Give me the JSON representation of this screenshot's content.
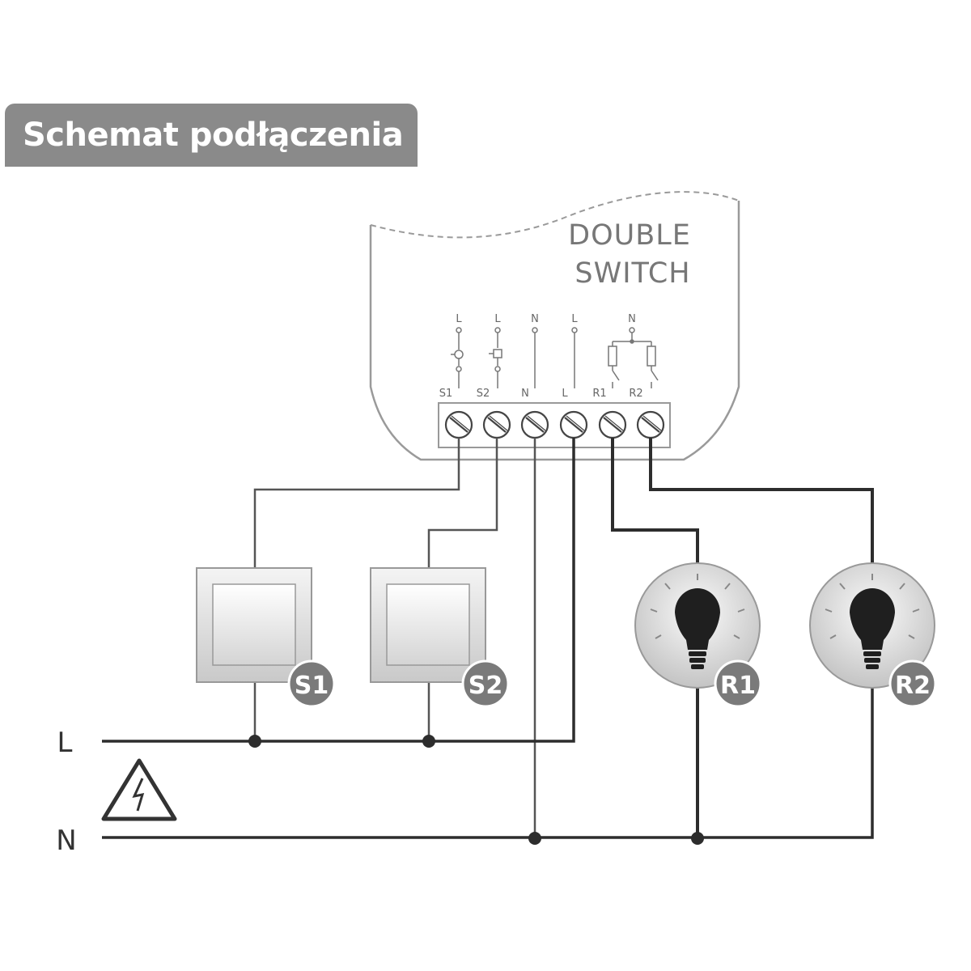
{
  "title": "Schemat podłączenia",
  "device": {
    "name_line1": "DOUBLE",
    "name_line2": "SWITCH"
  },
  "terminals": [
    {
      "top": "L",
      "bottom": "S1"
    },
    {
      "top": "L",
      "bottom": "S2"
    },
    {
      "top": "N",
      "bottom": "N"
    },
    {
      "top": "L",
      "bottom": "L"
    },
    {
      "top": "N",
      "bottom": "R1"
    },
    {
      "top": "",
      "bottom": "R2"
    }
  ],
  "components": {
    "switch1": "S1",
    "switch2": "S2",
    "relay1": "R1",
    "relay2": "R2"
  },
  "bus": {
    "live": "L",
    "neutral": "N"
  },
  "colors": {
    "banner": "#8a8a8a",
    "wire_dark": "#2d2d2d",
    "wire_light": "#555555",
    "badge": "#7a7a7a",
    "outline": "#9a9a9a"
  }
}
